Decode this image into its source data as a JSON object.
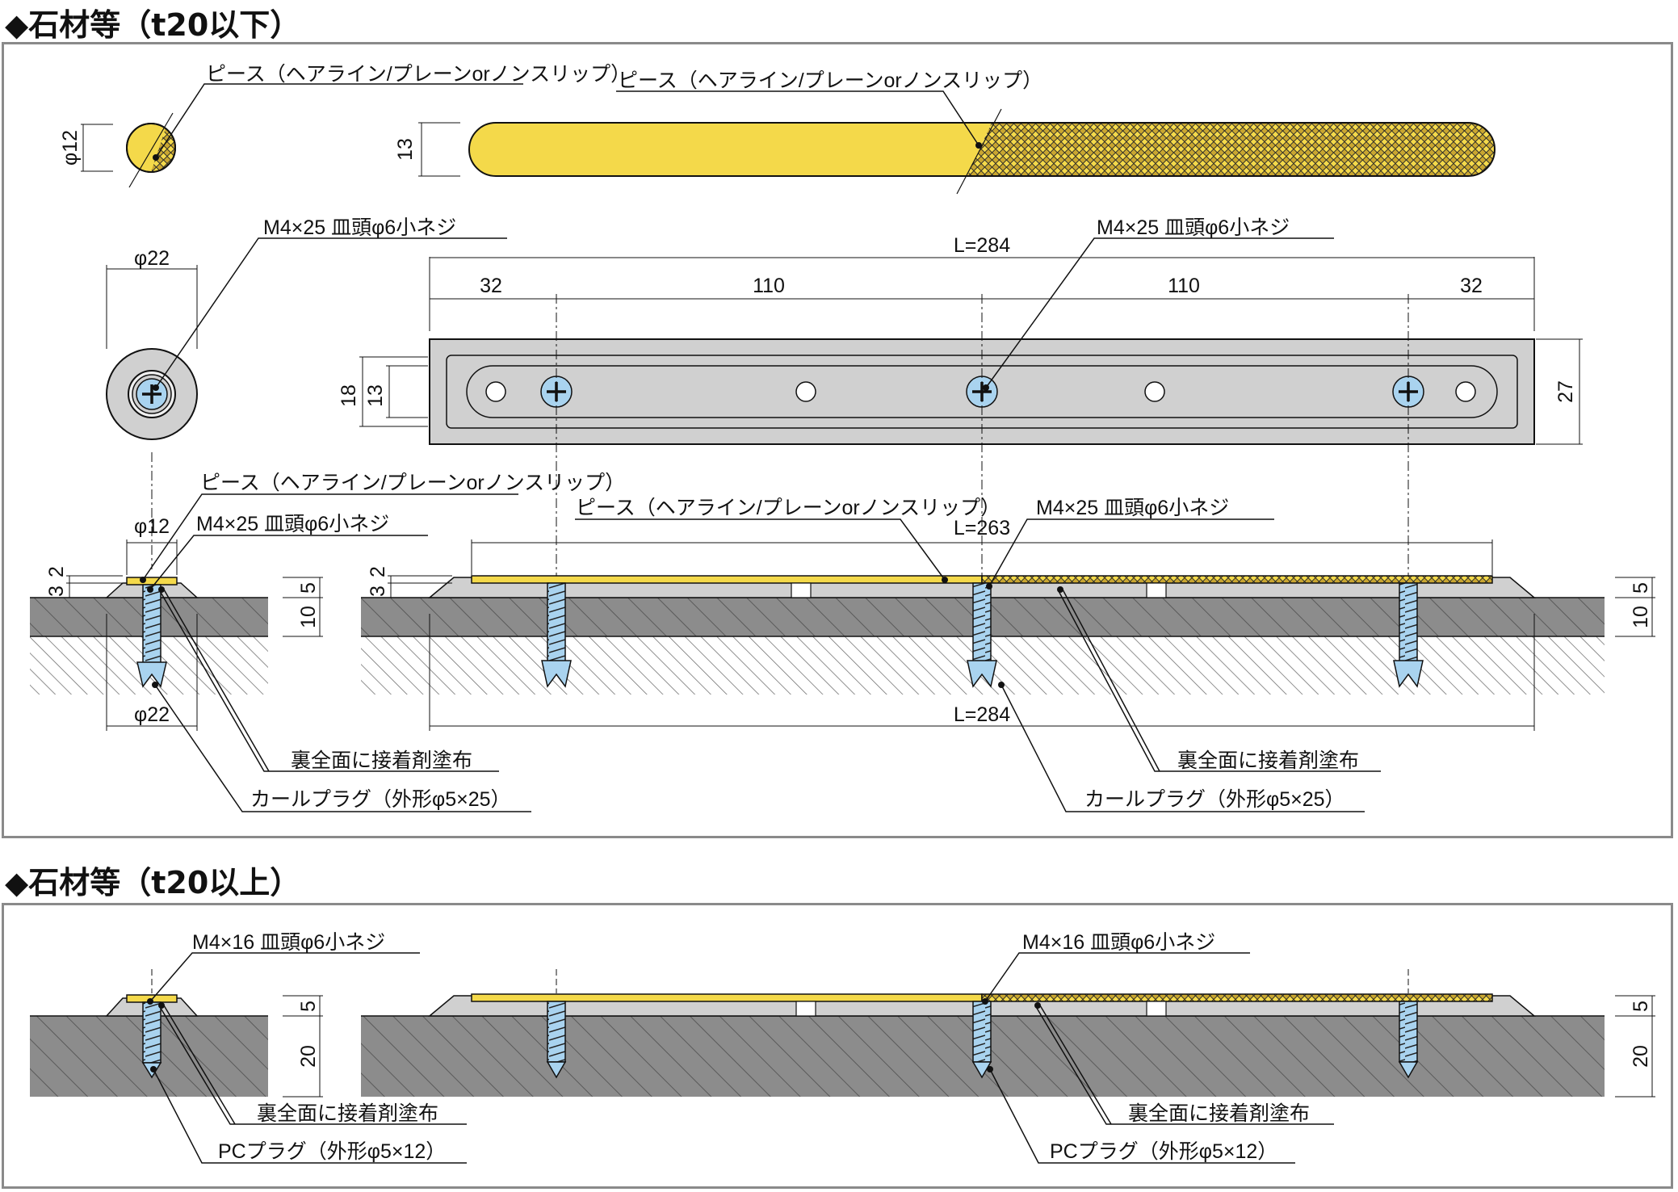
{
  "section1": {
    "heading": "◆石材等（t20以下）",
    "labels": {
      "piece_a": "ピース（ヘアライン/プレーンorノンスリップ）",
      "piece_b": "ピース（ヘアライン/プレーンorノンスリップ）",
      "piece_c": "ピース（ヘアライン/プレーンorノンスリップ）",
      "piece_d": "ピース（ヘアライン/プレーンorノンスリップ）",
      "screw_a": "M4×25 皿頭φ6小ネジ",
      "screw_b": "M4×25 皿頭φ6小ネジ",
      "screw_c": "M4×25 皿頭φ6小ネジ",
      "screw_d": "M4×25 皿頭φ6小ネジ",
      "adhesive_a": "裏全面に接着剤塗布",
      "adhesive_b": "裏全面に接着剤塗布",
      "plug_a": "カールプラグ（外形φ5×25）",
      "plug_b": "カールプラグ（外形φ5×25）"
    },
    "dims": {
      "phi12_top": "φ12",
      "h13": "13",
      "phi22_top": "φ22",
      "L284_top": "L=284",
      "s32a": "32",
      "s110a": "110",
      "s110b": "110",
      "s32b": "32",
      "h18": "18",
      "h13b": "13",
      "h27": "27",
      "phi12_sec": "φ12",
      "L263": "L=263",
      "t2a": "2",
      "t3a": "3",
      "t2b": "2",
      "t3b": "3",
      "t5a": "5",
      "t10a": "10",
      "t5b": "5",
      "t10b": "10",
      "phi22_bot": "φ22",
      "L284_bot": "L=284"
    }
  },
  "section2": {
    "heading": "◆石材等（t20以上）",
    "labels": {
      "screw_a": "M4×16 皿頭φ6小ネジ",
      "screw_b": "M4×16 皿頭φ6小ネジ",
      "adhesive_a": "裏全面に接着剤塗布",
      "adhesive_b": "裏全面に接着剤塗布",
      "plug_a": "PCプラグ（外形φ5×12）",
      "plug_b": "PCプラグ（外形φ5×12）"
    },
    "dims": {
      "t5a": "5",
      "t20a": "20",
      "t5b": "5",
      "t20b": "20"
    }
  },
  "colors": {
    "yellow": "#f4d94a",
    "plate_gray": "#d0d0d0",
    "base_gray": "#8c8c8c",
    "screw_blue": "#a9d3ef",
    "frame": "#8a8a8a"
  }
}
